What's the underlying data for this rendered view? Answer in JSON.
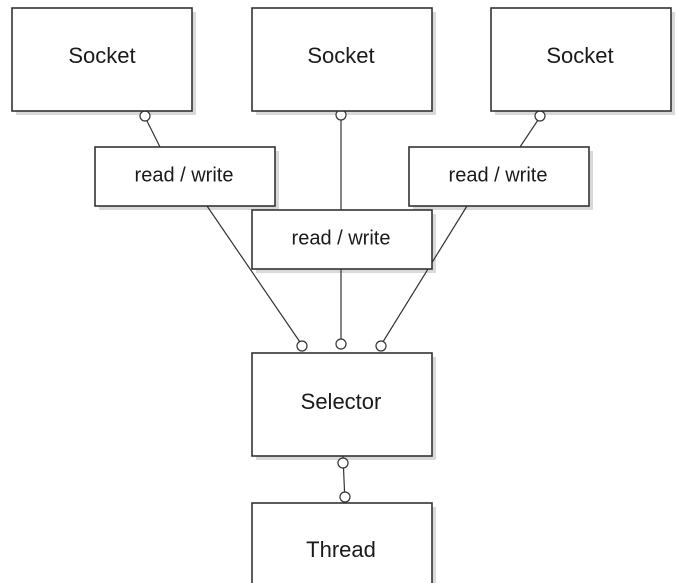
{
  "nodes": {
    "socket_1": "Socket",
    "socket_2": "Socket",
    "socket_3": "Socket",
    "rw_1": "read / write",
    "rw_2": "read / write",
    "rw_3": "read / write",
    "selector": "Selector",
    "thread": "Thread"
  },
  "colors": {
    "stroke": "#333333",
    "fill": "#ffffff",
    "shadow": "#d9d9d9"
  }
}
